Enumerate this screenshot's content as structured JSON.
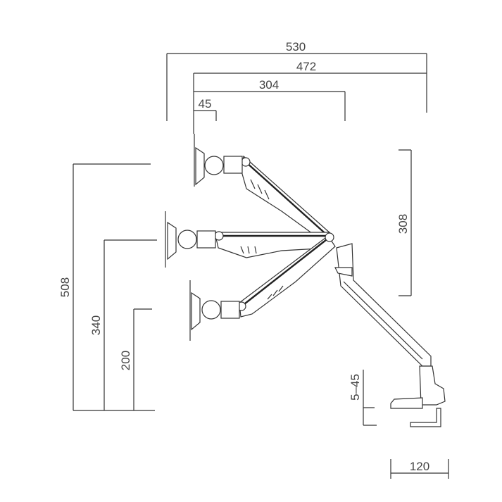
{
  "dimensions": {
    "width_overall": "530",
    "width_arm": "472",
    "width_upper": "304",
    "width_plate": "45",
    "height_top": "508",
    "height_mid": "340",
    "height_low": "200",
    "height_travel": "308",
    "clamp_thickness": "5–45",
    "base_width": "120"
  }
}
